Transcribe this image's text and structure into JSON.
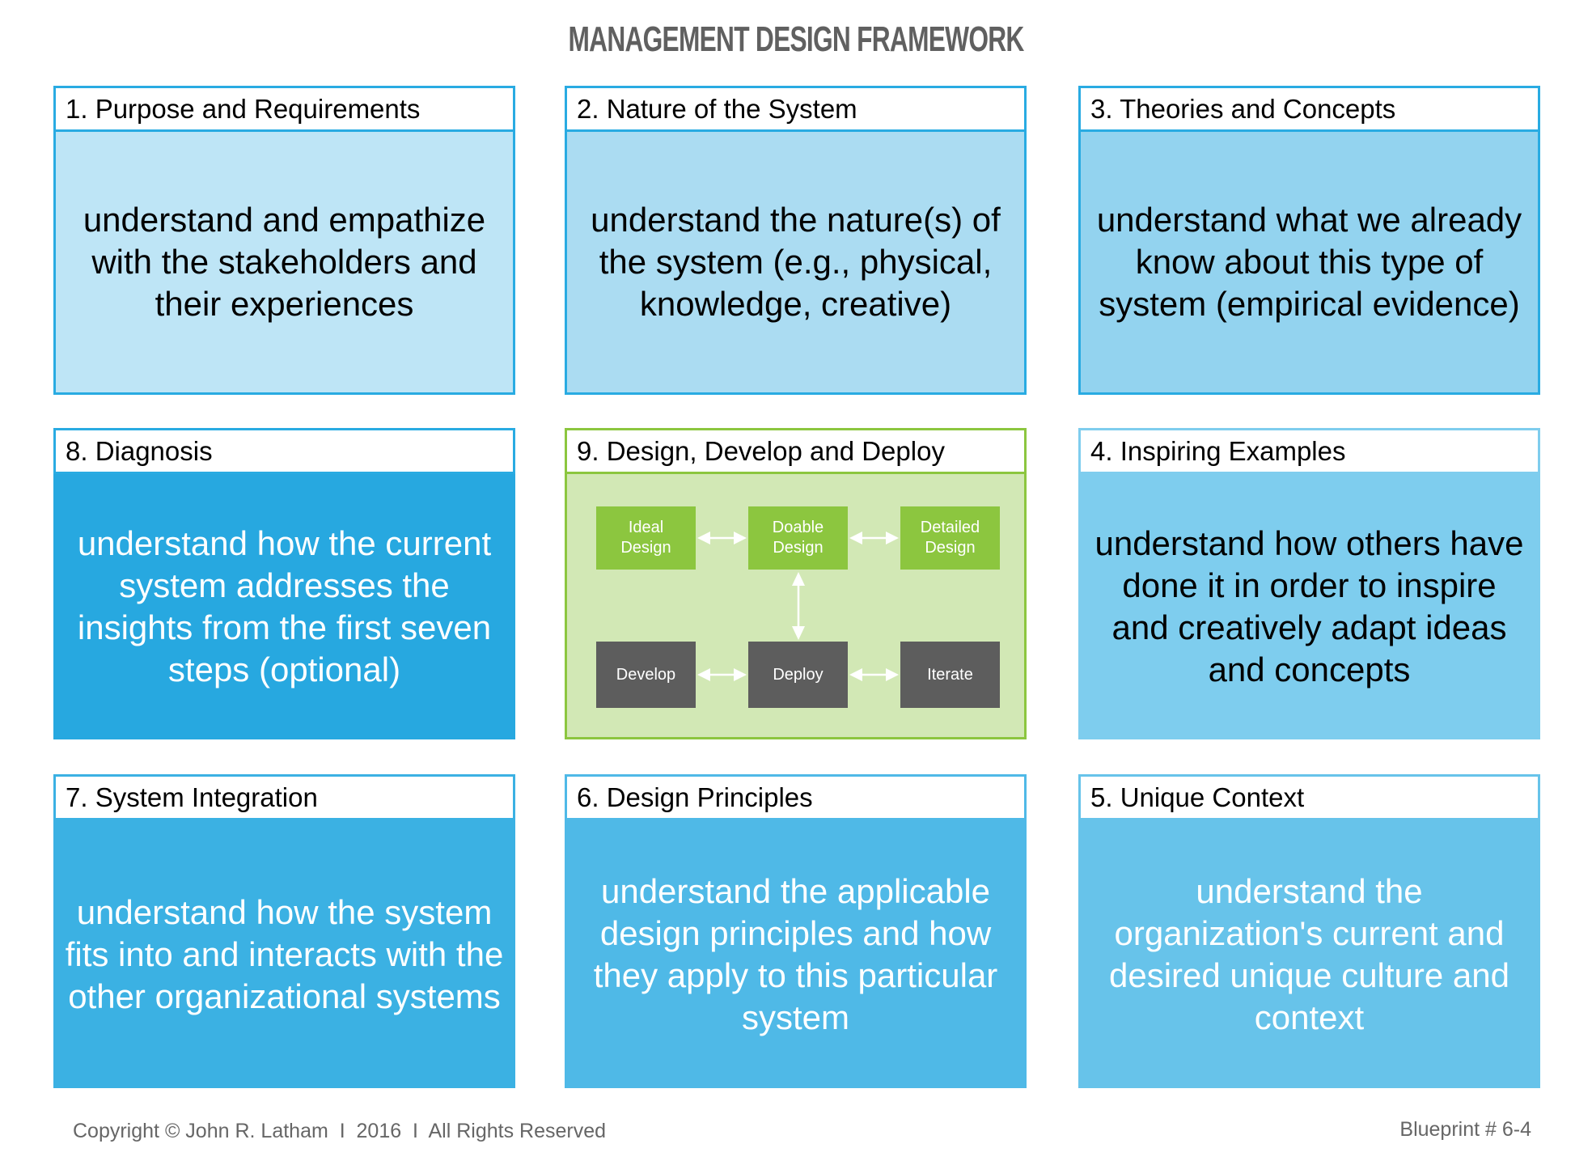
{
  "title": "Management Design Framework",
  "boxes": {
    "b1": {
      "heading": "1. Purpose and Requirements",
      "text": "understand and empathize with the stakeholders and their experiences"
    },
    "b2": {
      "heading": "2. Nature of the System",
      "text": "understand the nature(s) of the system (e.g., physical, knowledge, creative)"
    },
    "b3": {
      "heading": "3. Theories and Concepts",
      "text": "understand what we already know about this type of system (empirical evidence)"
    },
    "b8": {
      "heading": "8. Diagnosis",
      "text": "understand how the current system addresses the insights from the first seven steps (optional)"
    },
    "b9": {
      "heading": "9. Design, Develop and Deploy",
      "steps": {
        "ideal": "Ideal Design",
        "doable": "Doable Design",
        "detailed": "Detailed Design",
        "develop": "Develop",
        "deploy": "Deploy",
        "iterate": "Iterate"
      }
    },
    "b4": {
      "heading": "4. Inspiring Examples",
      "text": "understand how others have done it in order to inspire and creatively adapt ideas and concepts"
    },
    "b7": {
      "heading": "7. System Integration",
      "text": "understand how the system fits into and interacts with the other organizational systems"
    },
    "b6": {
      "heading": "6. Design Principles",
      "text": "understand the applicable design principles and how they apply to this particular system"
    },
    "b5": {
      "heading": "5. Unique Context",
      "text": "understand the organization's current and desired unique culture and context"
    }
  },
  "footer": {
    "copyright": "Copyright © John R. Latham  I  2016  I  All Rights Reserved",
    "blueprint": "Blueprint # 6-4"
  },
  "colors": {
    "title": "#606060",
    "border_blue": "#29abe2",
    "green": "#8cc63f",
    "green_bg": "#d2e8b5",
    "dark_step": "#5d5d5d"
  }
}
